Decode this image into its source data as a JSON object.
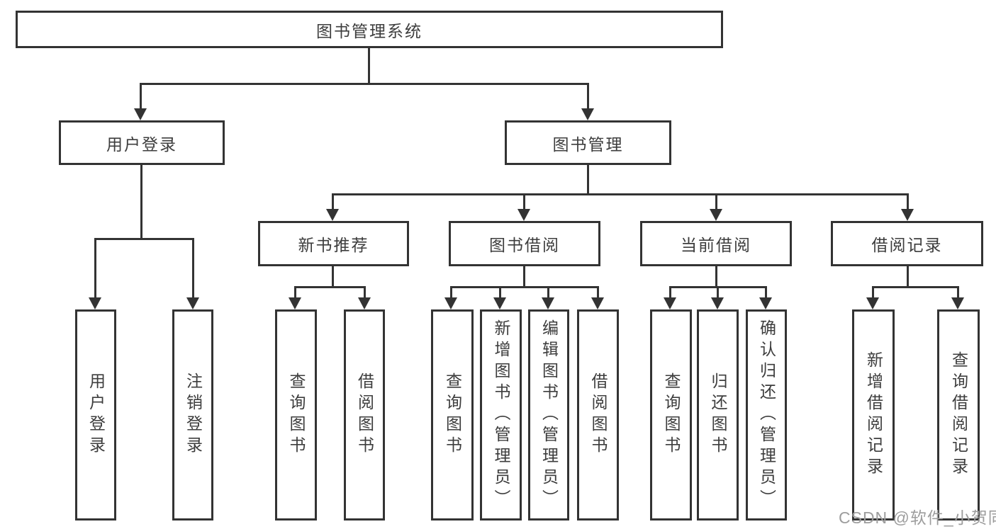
{
  "title": "图书管理系统",
  "watermark": "CSDN @软件_小贺同学",
  "colors": {
    "line": "#333333",
    "text": "#3d3d3d",
    "background": "#ffffff",
    "watermark": "#9d9d9d"
  },
  "nodes": {
    "root": "图书管理系统",
    "userLogin": "用户登录",
    "bookManagement": "图书管理",
    "newBookRecommend": "新书推荐",
    "bookBorrow": "图书借阅",
    "currentBorrow": "当前借阅",
    "borrowRecord": "借阅记录",
    "leafUserLogin": "用户登录",
    "leafLogout": "注销登录",
    "leafQueryBookRec": "查询图书",
    "leafBorrowBookRec": "借阅图书",
    "leafQueryBookBorrow": "查询图书",
    "leafAddBookAdmin": "新增图书（管理员）",
    "leafEditBookAdmin": "编辑图书（管理员）",
    "leafBorrowBookBorrow": "借阅图书",
    "leafQueryBookCurrent": "查询图书",
    "leafReturnBook": "归还图书",
    "leafConfirmReturnAdmin": "确认归还（管理员）",
    "leafAddBorrowRecord": "新增借阅记录",
    "leafQueryBorrowRecord": "查询借阅记录"
  }
}
